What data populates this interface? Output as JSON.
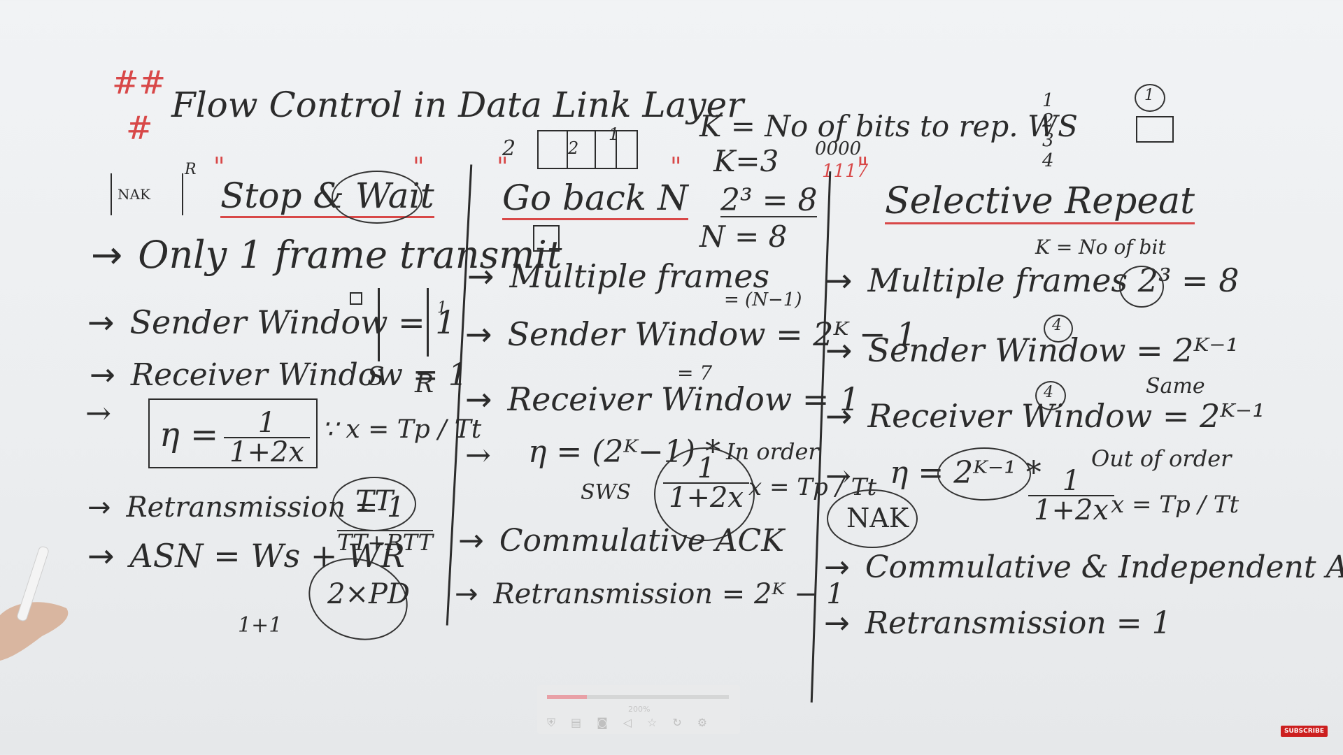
{
  "board": {
    "title_marks": "##",
    "title_mark2": "#",
    "title": "Flow Control in Data Link Layer",
    "k_definition": "K = No of bits to rep. WS",
    "k_value": "K=3",
    "bits_example": "0000",
    "bits_example2": "1117",
    "pow_example": "2³ = 8",
    "n_value": "N = 8",
    "gbn_box_label": "2",
    "gbn_box_label2": "2",
    "gbn_box_label3": "1"
  },
  "stop_wait": {
    "heading": "Stop & Wait",
    "nak": "NAK",
    "r_label": "R",
    "items": [
      "Only 1 frame transmit",
      "Sender Window = 1",
      "Receiver Window = 1",
      "",
      "Retransmission = 1",
      "ASN = Ws + WR"
    ],
    "eff_eta": "η =",
    "eff_num": "1",
    "eff_den": "1+2x",
    "x_def": "∵ x = Tp / Tt",
    "tt": "TT",
    "tt_frac_den": "TT+RTT",
    "two_pd": "2×PD",
    "asn_sub": "1+1",
    "s_label": "S",
    "r_label2": "R",
    "one": "1"
  },
  "go_back_n": {
    "heading": "Go back N",
    "items": [
      "Multiple frames",
      "Sender Window = 2ᴷ − 1",
      "Receiver Window = 1",
      "",
      "Commulative ACK",
      "Retransmission = 2ᴷ − 1"
    ],
    "n_minus_1": "= (N−1)",
    "seven": "= 7",
    "eff": "η = (2ᴷ−1) *",
    "eff_num": "1",
    "eff_den": "1+2x",
    "sws": "SWS",
    "in_order": "In order",
    "x_def": "x = Tp / Tt"
  },
  "selective_repeat": {
    "heading": "Selective Repeat",
    "k_note": "K = No of bit",
    "items": [
      "Multiple frames 2³ = 8",
      "Sender Window = 2ᴷ⁻¹",
      "Receiver Window = 2ᴷ⁻¹",
      "",
      "Commulative & Independent ACK",
      "Retransmission = 1"
    ],
    "four_a": "4",
    "four_b": "4",
    "same": "Same",
    "out_of_order": "Out of order",
    "eff": "η = 2ᴷ⁻¹ *",
    "eff_num": "1",
    "eff_den": "1+2x",
    "nak": "NAK",
    "x_def": "x = Tp / Tt",
    "list": [
      "1",
      "2",
      "3",
      "4"
    ],
    "circled_one": "1"
  },
  "player": {
    "zoom": "200%",
    "progress": 0.22,
    "icons": [
      "shield-icon",
      "clapper-icon",
      "camera-icon",
      "volume-icon",
      "pin-icon",
      "refresh-icon",
      "settings-icon"
    ],
    "subscribe": "SUBSCRIBE"
  }
}
